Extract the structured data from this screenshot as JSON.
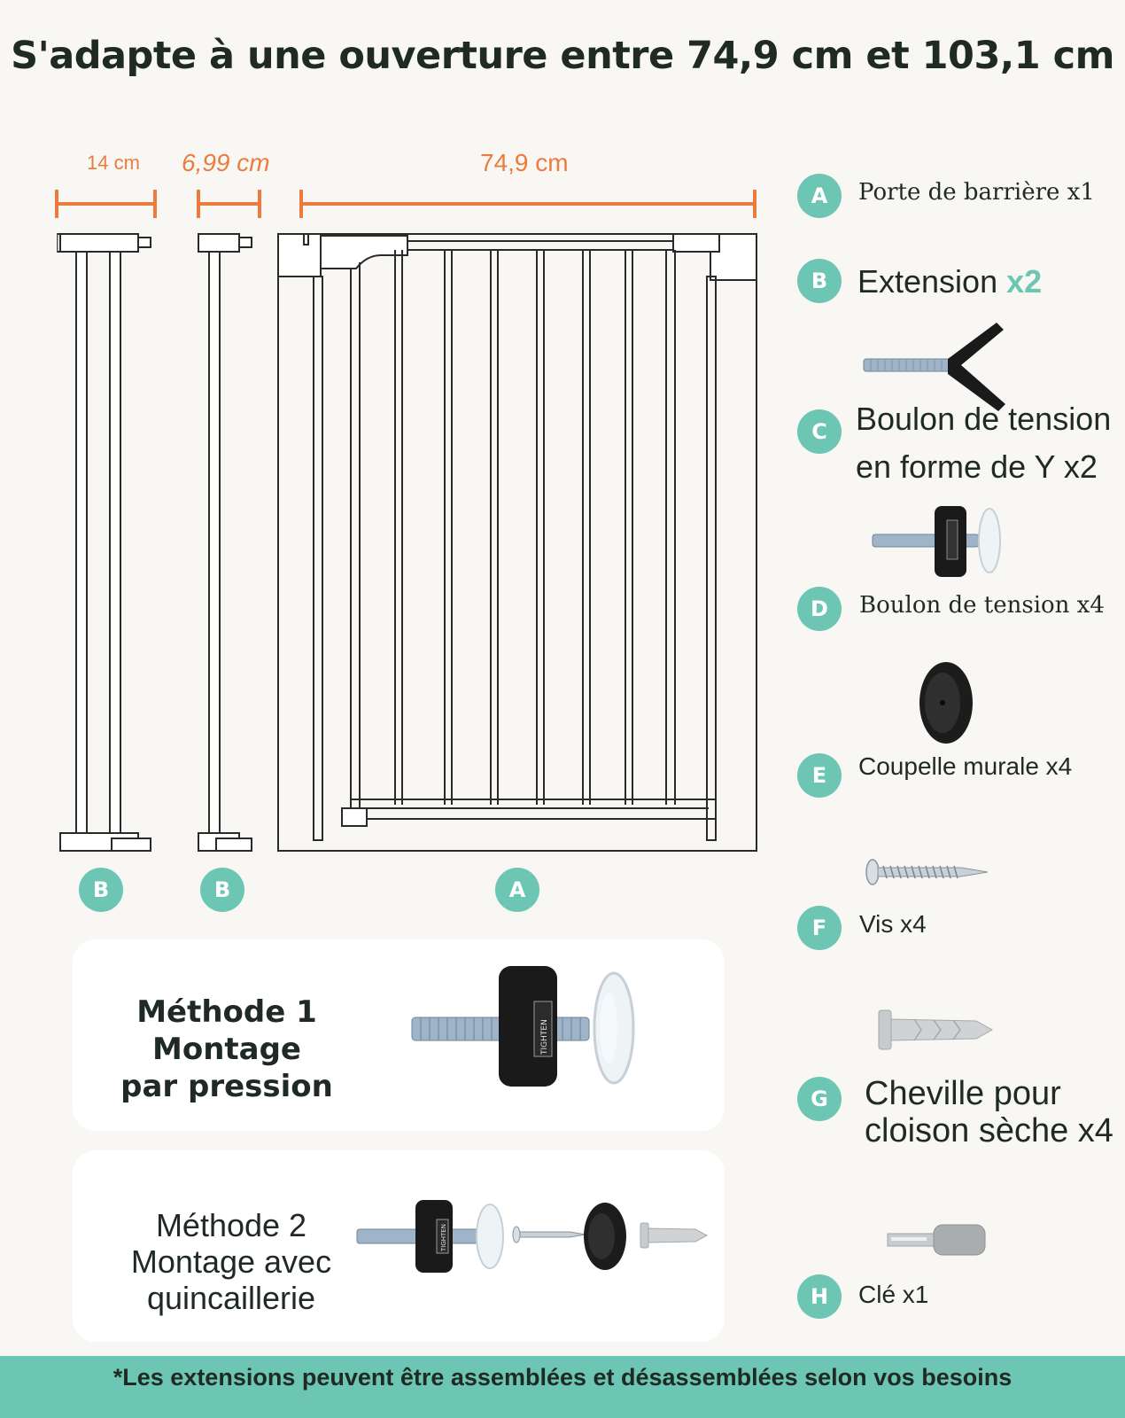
{
  "title": "S'adapte à une ouverture entre 74,9 cm et 103,1 cm",
  "dimensions": {
    "ext_large": "14 cm",
    "ext_small": "6,99 cm",
    "gate": "74,9 cm"
  },
  "diagram_labels": {
    "ext_large": "B",
    "ext_small": "B",
    "gate": "A"
  },
  "parts": [
    {
      "letter": "A",
      "label": "Porte de barrière x1"
    },
    {
      "letter": "B",
      "label": "Extension ",
      "qty": "x2"
    },
    {
      "letter": "C",
      "line1": "Boulon de tension",
      "line2": "en forme de Y x2"
    },
    {
      "letter": "D",
      "label": "Boulon de tension x4"
    },
    {
      "letter": "E",
      "label": "Coupelle murale x4"
    },
    {
      "letter": "F",
      "label": "Vis x4"
    },
    {
      "letter": "G",
      "line1": "Cheville pour",
      "line2": "cloison sèche x4"
    },
    {
      "letter": "H",
      "label": "Clé x1"
    }
  ],
  "methods": [
    {
      "line1": "Méthode 1 Montage",
      "line2": "par pression"
    },
    {
      "line1": "Méthode 2",
      "line2": "Montage avec",
      "line3": "quincaillerie"
    }
  ],
  "bolt_label": "TIGHTEN",
  "footer": "*Les extensions peuvent être assemblées et désassemblées selon vos besoins",
  "colors": {
    "accent": "#6cc6b3",
    "dimension": "#ec7b3e",
    "background": "#f8f7f4",
    "text": "#1f2a24"
  }
}
